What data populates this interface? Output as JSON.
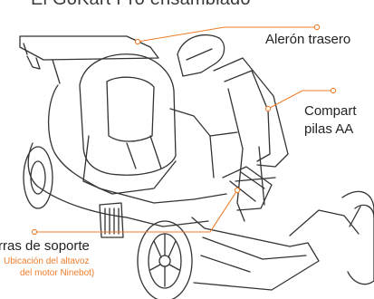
{
  "title": "El GoKart Pro ensamblado",
  "callouts": {
    "rear_wing": "Alerón trasero",
    "compartment_line1": "Compart",
    "compartment_line2": "pilas AA",
    "support_bars": "rras de soporte",
    "support_note_line1": "Ubicación del altavoz",
    "support_note_line2": "del motor Ninebot)"
  },
  "colors": {
    "accent": "#ee7d2b",
    "outline": "#333333",
    "text": "#222222"
  }
}
